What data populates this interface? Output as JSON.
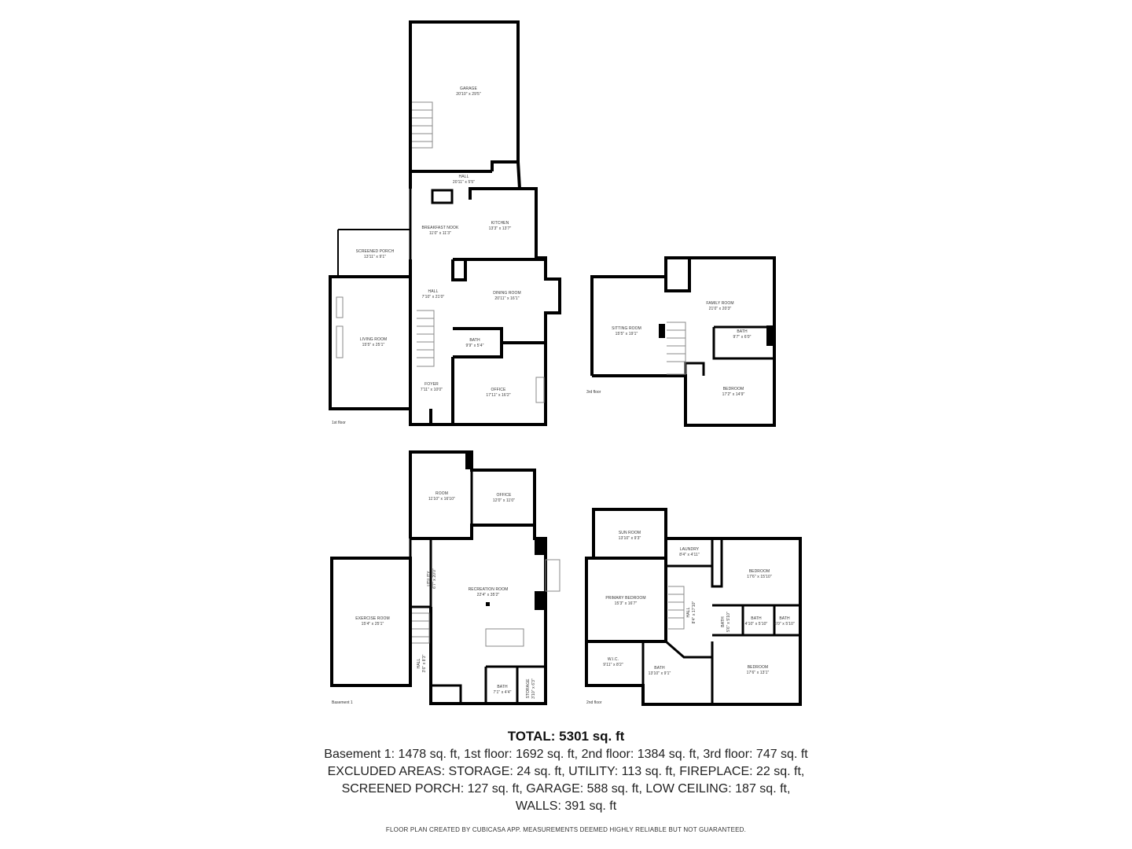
{
  "floors": {
    "first": {
      "label": "1st floor",
      "rooms": [
        {
          "name": "GARAGE",
          "dim": "20'10\" x 29'5\""
        },
        {
          "name": "HALL",
          "dim": "20'11\" x 5'5\""
        },
        {
          "name": "BREAKFAST NOOK",
          "dim": "11'0\" x 11'3\""
        },
        {
          "name": "KITCHEN",
          "dim": "13'3\" x 13'7\""
        },
        {
          "name": "SCREENED PORCH",
          "dim": "13'11\" x 9'1\""
        },
        {
          "name": "HALL",
          "dim": "7'10\" x 21'0\""
        },
        {
          "name": "DINING ROOM",
          "dim": "20'11\" x 16'1\""
        },
        {
          "name": "LIVING ROOM",
          "dim": "15'5\" x 25'1\""
        },
        {
          "name": "BATH",
          "dim": "9'9\" x 5'4\""
        },
        {
          "name": "FOYER",
          "dim": "7'11\" x 10'0\""
        },
        {
          "name": "OFFICE",
          "dim": "17'11\" x 16'2\""
        }
      ]
    },
    "third": {
      "label": "3rd floor",
      "rooms": [
        {
          "name": "SITTING ROOM",
          "dim": "15'5\" x 19'1\""
        },
        {
          "name": "FAMILY ROOM",
          "dim": "21'0\" x 20'3\""
        },
        {
          "name": "BATH",
          "dim": "9'7\" x 6'0\""
        },
        {
          "name": "BEDROOM",
          "dim": "17'2\" x 14'9\""
        }
      ]
    },
    "basement": {
      "label": "Basement 1",
      "rooms": [
        {
          "name": "ROOM",
          "dim": "11'10\" x 16'10\""
        },
        {
          "name": "OFFICE",
          "dim": "12'0\" x 11'0\""
        },
        {
          "name": "UTILITY",
          "dim": "6'7\" x 20'0\""
        },
        {
          "name": "RECREATION ROOM",
          "dim": "22'4\" x 35'2\""
        },
        {
          "name": "EXERCISE ROOM",
          "dim": "15'4\" x 25'1\""
        },
        {
          "name": "HALL",
          "dim": "3'6\" x 8'3\""
        },
        {
          "name": "BATH",
          "dim": "7'1\" x 4'4\""
        },
        {
          "name": "STORAGE",
          "dim": "3'10\" x 6'3\""
        }
      ]
    },
    "second": {
      "label": "2nd floor",
      "rooms": [
        {
          "name": "SUN ROOM",
          "dim": "13'10\" x 9'3\""
        },
        {
          "name": "LAUNDRY",
          "dim": "8'4\" x 4'11\""
        },
        {
          "name": "BEDROOM",
          "dim": "17'6\" x 15'10\""
        },
        {
          "name": "PRIMARY BEDROOM",
          "dim": "15'3\" x 16'7\""
        },
        {
          "name": "HALL",
          "dim": "8'4\" x 17'10\""
        },
        {
          "name": "BATH",
          "dim": "5'6\" x 5'10\""
        },
        {
          "name": "BATH",
          "dim": "4'10\" x 5'10\""
        },
        {
          "name": "BATH",
          "dim": "6'0\" x 5'10\""
        },
        {
          "name": "W.I.C.",
          "dim": "9'11\" x 8'2\""
        },
        {
          "name": "BATH",
          "dim": "13'10\" x 9'1\""
        },
        {
          "name": "BEDROOM",
          "dim": "17'6\" x 13'1\""
        }
      ]
    }
  },
  "summary": {
    "total": "TOTAL: 5301 sq. ft",
    "floors_line": "Basement 1: 1478 sq. ft, 1st floor: 1692 sq. ft, 2nd floor: 1384 sq. ft, 3rd floor: 747 sq. ft",
    "excluded_line1": "EXCLUDED AREAS: STORAGE: 24 sq. ft, UTILITY: 113 sq. ft, FIREPLACE: 22 sq. ft,",
    "excluded_line2": "SCREENED PORCH: 127 sq. ft, GARAGE: 588 sq. ft, LOW CEILING: 187 sq. ft,",
    "excluded_line3": "WALLS: 391 sq. ft",
    "disclaimer": "FLOOR PLAN CREATED BY CUBICASA APP. MEASUREMENTS DEEMED HIGHLY RELIABLE BUT NOT GUARANTEED."
  }
}
